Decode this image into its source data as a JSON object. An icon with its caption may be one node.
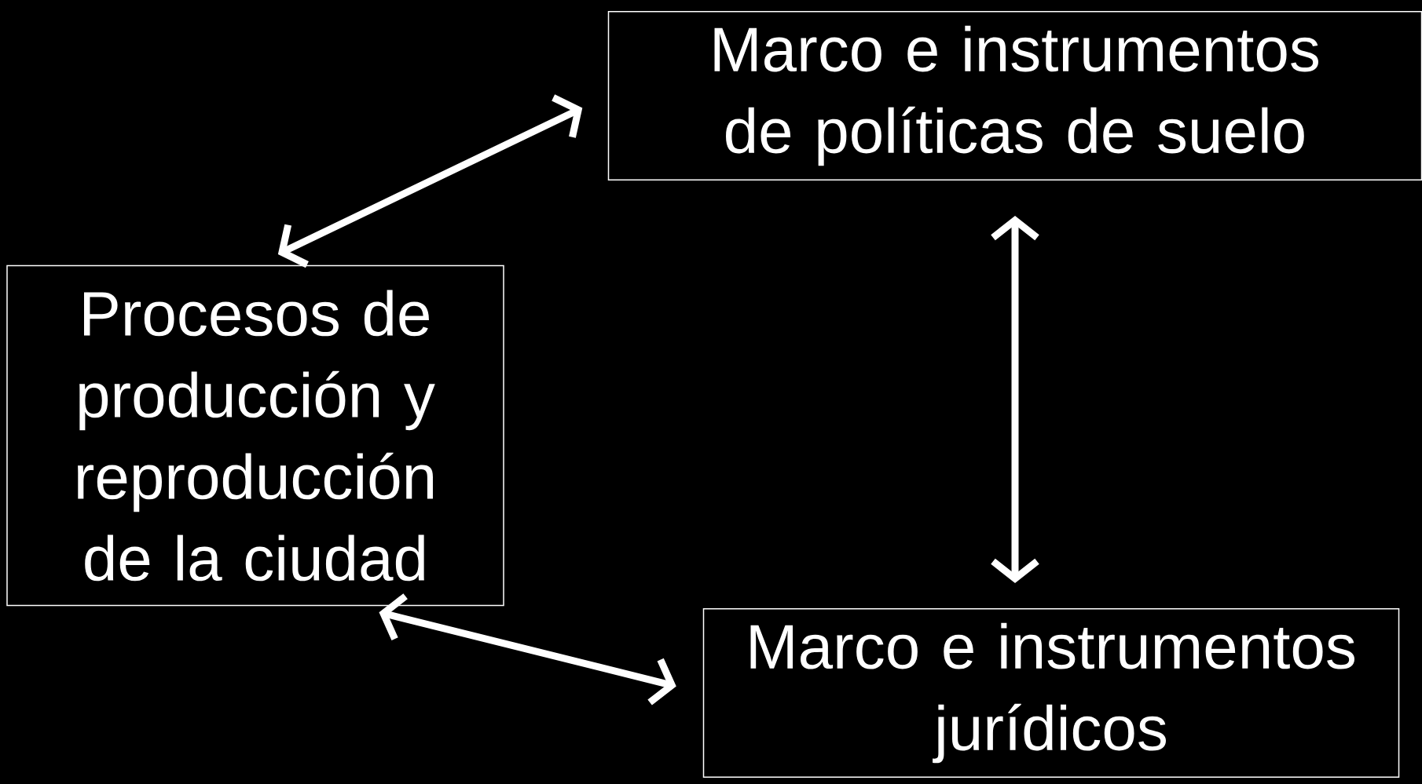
{
  "diagram": {
    "nodes": [
      {
        "text": [
          "Marco e instrumentos de políticas de suelo"
        ]
      },
      {
        "text": [
          "Procesos de producción y reproducción de la ciudad"
        ]
      },
      {
        "text": [
          "Marco e instrumentos jurídicos"
        ]
      }
    ],
    "edges": [
      {
        "from": 1,
        "to": 0,
        "arrow": "both"
      },
      {
        "from": 0,
        "to": 2,
        "arrow": "both"
      },
      {
        "from": 1,
        "to": 2,
        "arrow": "both"
      }
    ]
  }
}
